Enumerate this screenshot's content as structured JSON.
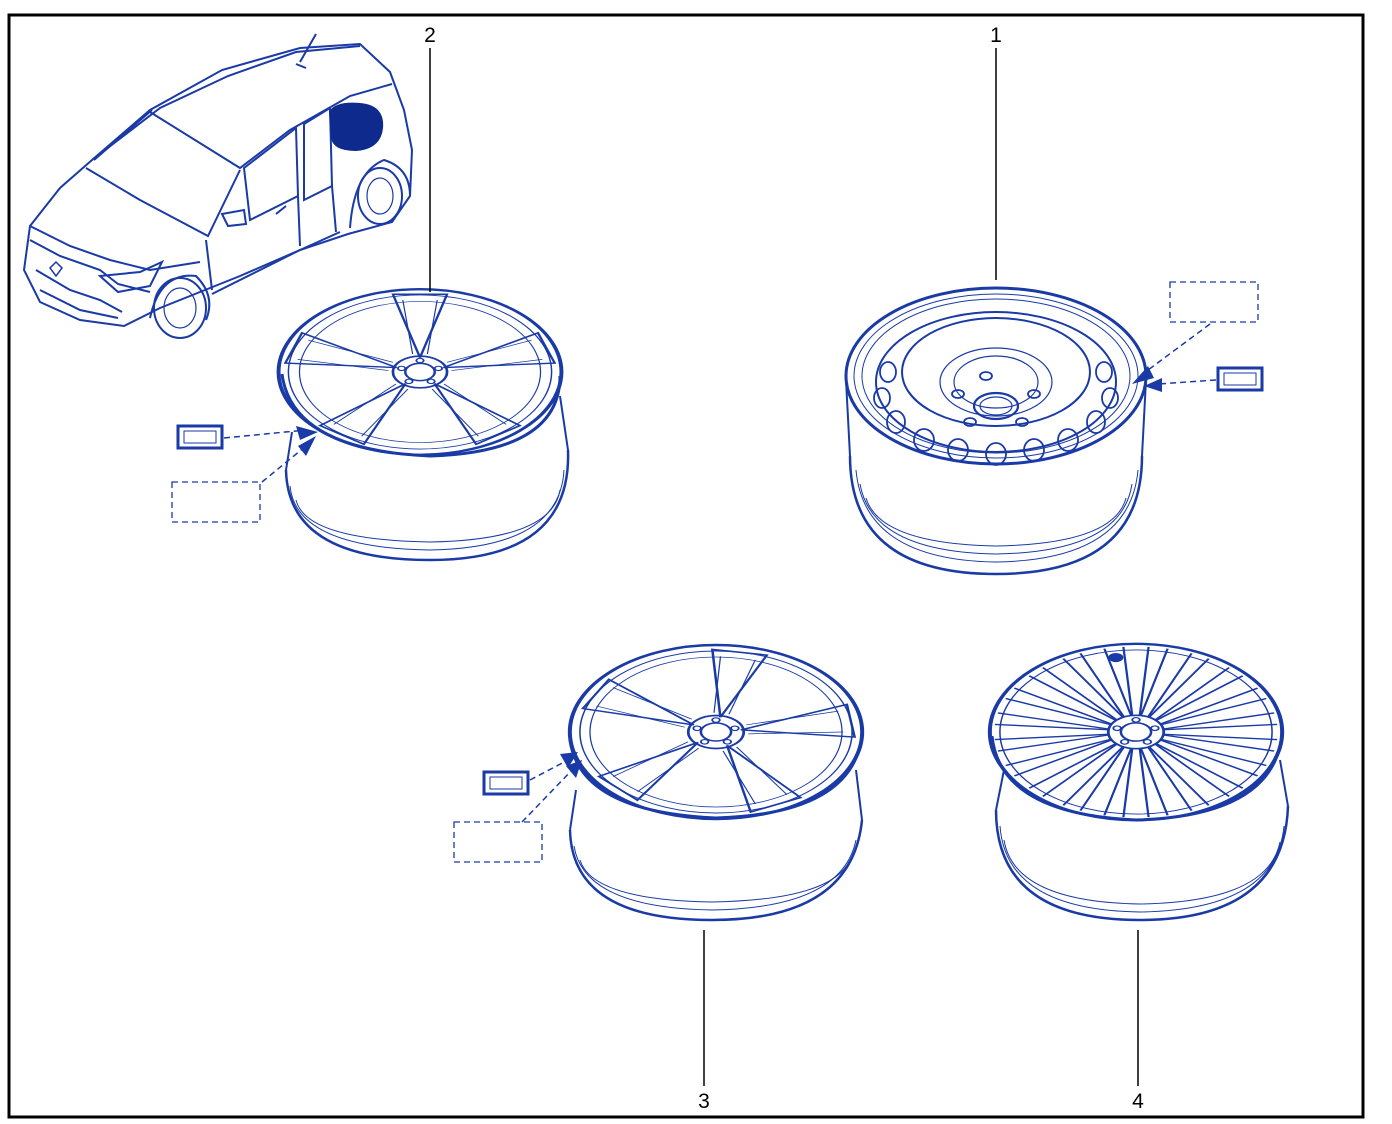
{
  "colors": {
    "ink": "#1a3aa6",
    "dark_fill": "#0d2a8c",
    "frame": "#000000",
    "background": "#ffffff"
  },
  "callouts": {
    "c1": "1",
    "c2": "2",
    "c3": "3",
    "c4": "4"
  },
  "icons": [
    "car-location-icon",
    "label-sticker-icon",
    "label-placeholder-icon",
    "wheel-icon"
  ]
}
